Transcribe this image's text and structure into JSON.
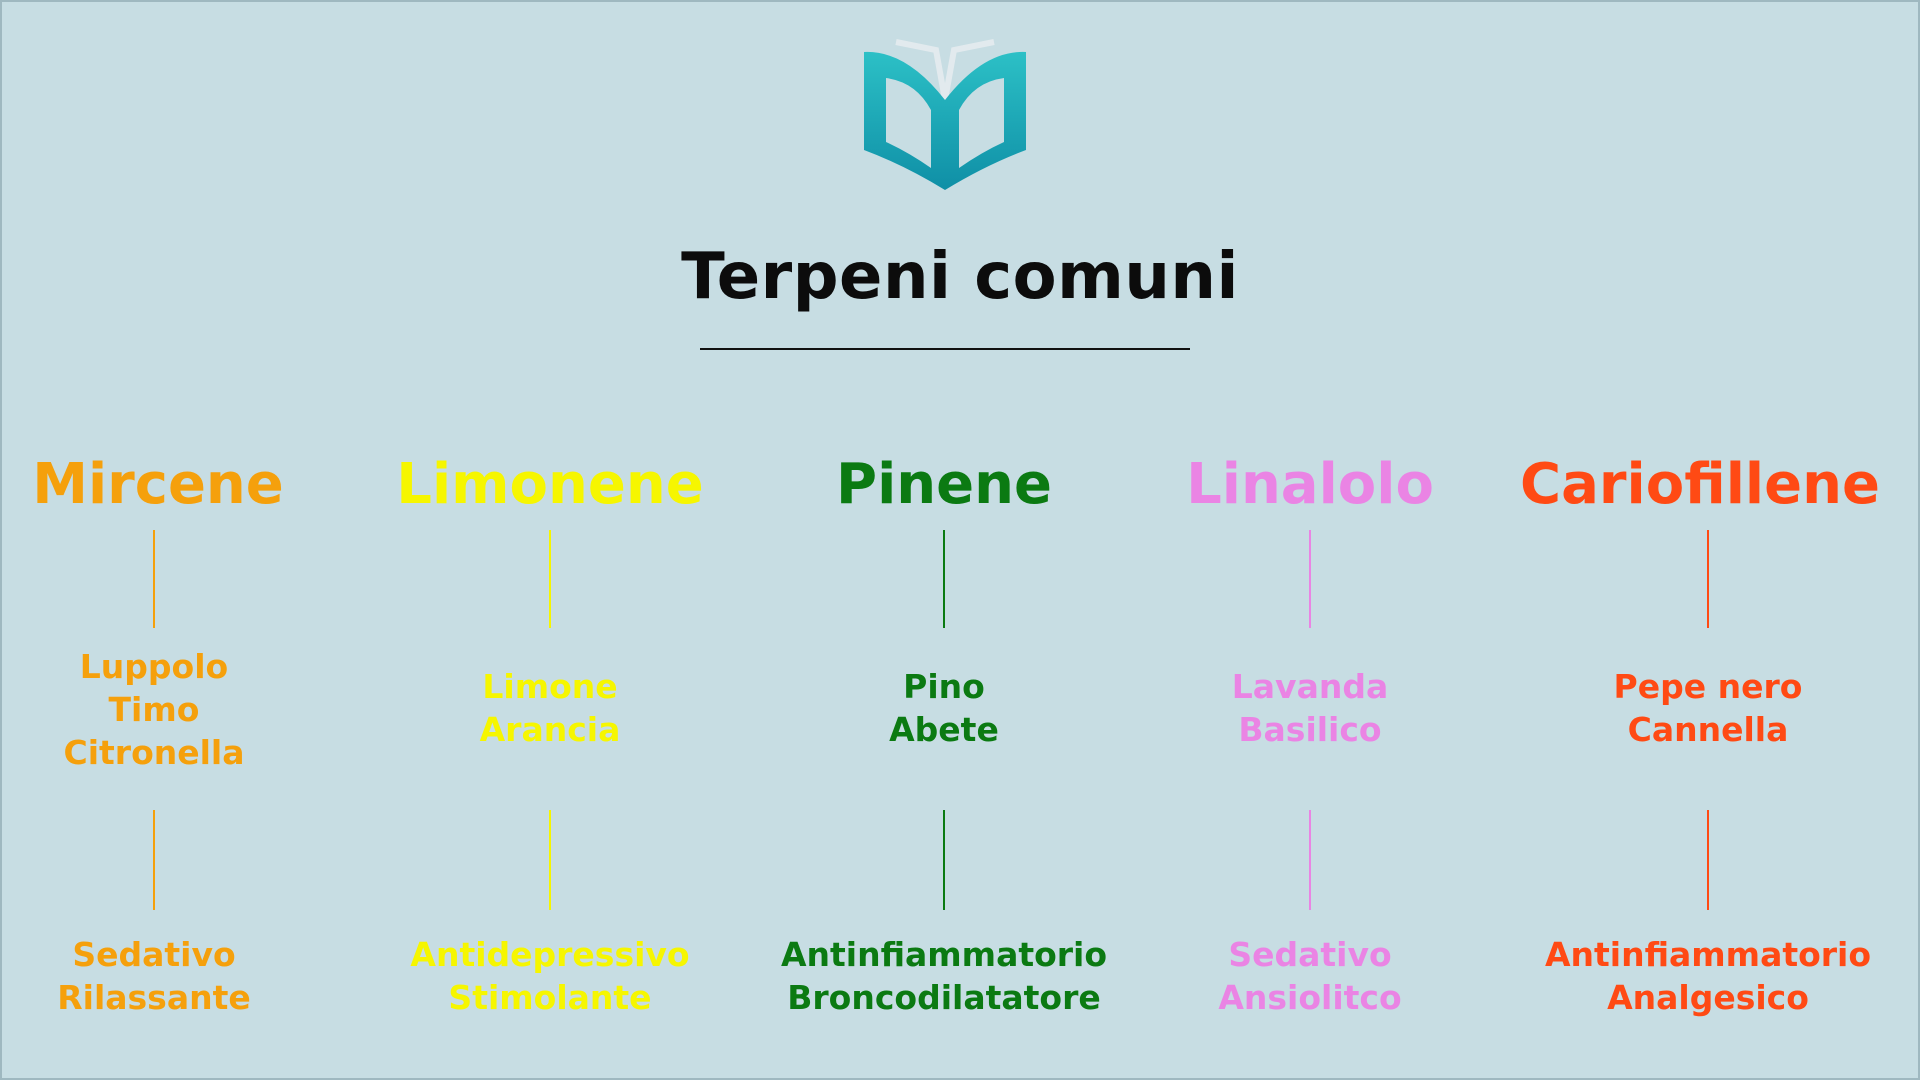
{
  "title": "Terpeni comuni",
  "logo": {
    "icon": "open-book-icon",
    "color": "#1aa3b0"
  },
  "terpenes": [
    {
      "name": "Mircene",
      "color": "#f5a00c",
      "sources": [
        "Luppolo",
        "Timo",
        "Citronella"
      ],
      "effects": [
        "Sedativo",
        "Rilassante"
      ]
    },
    {
      "name": "Limonene",
      "color": "#f6f600",
      "sources": [
        "Limone",
        "Arancia"
      ],
      "effects": [
        "Antidepressivo",
        "Stimolante"
      ]
    },
    {
      "name": "Pinene",
      "color": "#0b7a12",
      "sources": [
        "Pino",
        "Abete"
      ],
      "effects": [
        "Antinfiammatorio",
        "Broncodilatatore"
      ]
    },
    {
      "name": "Linalolo",
      "color": "#ea84e4",
      "sources": [
        "Lavanda",
        "Basilico"
      ],
      "effects": [
        "Sedativo",
        "Ansiolitco"
      ]
    },
    {
      "name": "Cariofillene",
      "color": "#ff4a14",
      "sources": [
        "Pepe nero",
        "Cannella"
      ],
      "effects": [
        "Antinfiammatorio",
        "Analgesico"
      ]
    }
  ]
}
